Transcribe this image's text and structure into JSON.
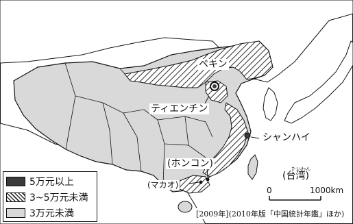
{
  "labels": {
    "beijing": "ペキン",
    "tianjin": "ティエンチン",
    "shanghai": "シャンハイ",
    "hongkong": "(ホンコン)",
    "macau": "(マカオ)",
    "taiwan": "(台湾)",
    "taiwan_ruby": "たいわん"
  },
  "legend": {
    "items": [
      {
        "label": "5万元以上",
        "fill": "#3a3a3a"
      },
      {
        "label": "3~5万元未満",
        "fill": "hatch"
      },
      {
        "label": "3万元未満",
        "fill": "#d9d9d9"
      }
    ]
  },
  "scale": {
    "zero": "0",
    "max": "1000km"
  },
  "source": "[2009年](2010年版「中国統計年鑑」ほか)",
  "colors": {
    "china_fill": "#d9d9d9",
    "neighbor_fill": "#ffffff",
    "border": "#111111",
    "hatch": "#2a2a2a",
    "dark": "#3a3a3a"
  }
}
